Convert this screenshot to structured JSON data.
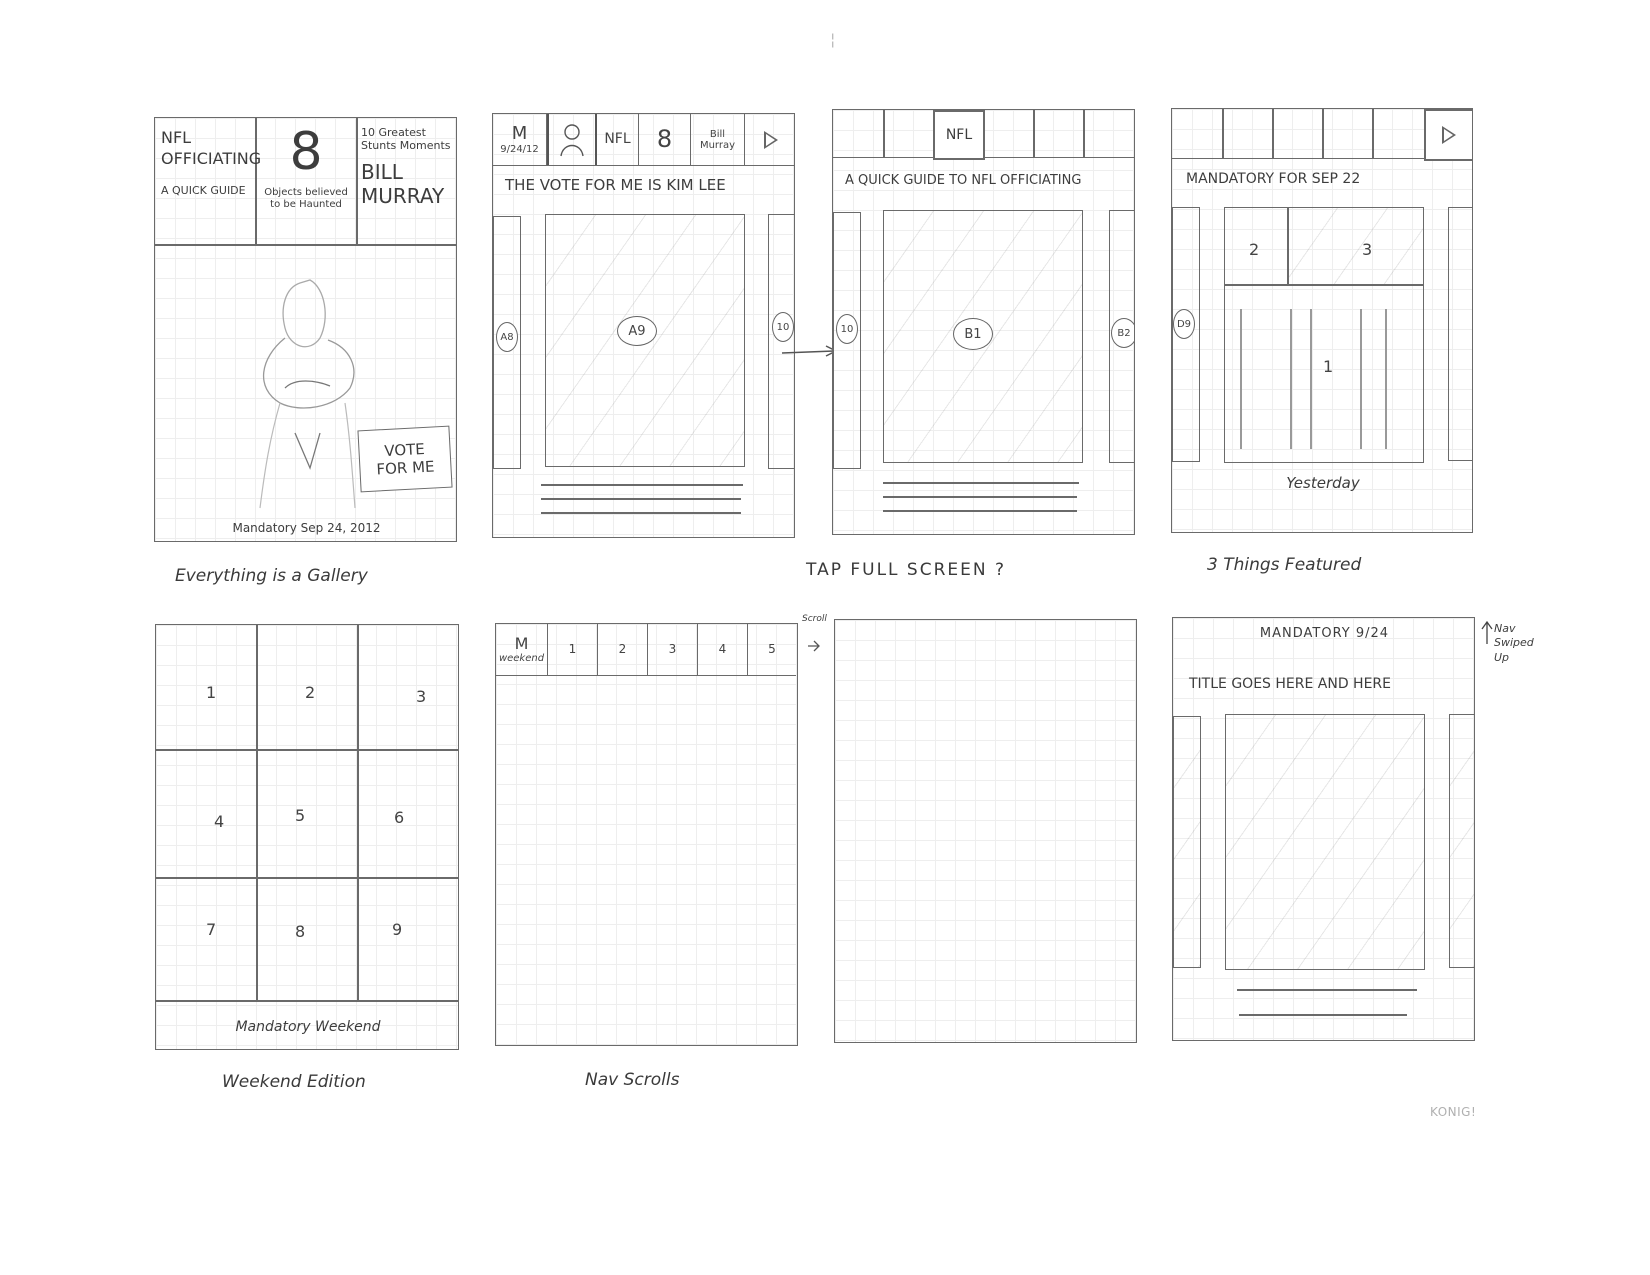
{
  "top_mark": "¦",
  "screen1": {
    "tile1_title": "NFL OFFICIATING",
    "tile1_sub": "A QUICK GUIDE",
    "tile2_big": "8",
    "tile2_sub": "Objects believed to be Haunted",
    "tile3_sub": "10 Greatest Stunts Moments",
    "tile3_big": "BILL MURRAY",
    "vote_label": "VOTE FOR ME",
    "footer": "Mandatory Sep 24, 2012",
    "caption": "Everything is a Gallery"
  },
  "screen2": {
    "nav_m": "M",
    "nav_date": "9/24/12",
    "nav_nfl": "NFL",
    "nav_eight": "8",
    "nav_bill": "Bill Murray",
    "title": "THE VOTE FOR ME IS KIM LEE",
    "left_marker": "A8",
    "center_marker": "A9",
    "right_marker": "10"
  },
  "screen3": {
    "tab_label": "NFL",
    "title": "A QUICK GUIDE TO NFL OFFICIATING",
    "left_marker": "10",
    "center_marker": "B1",
    "right_marker": "B2",
    "caption": "TAP FULL SCREEN ?"
  },
  "screen4": {
    "title": "MANDATORY FOR SEP 22",
    "left_marker": "D9",
    "label_1": "1",
    "label_2": "2",
    "label_3": "3",
    "footer": "Yesterday",
    "caption": "3 Things Featured"
  },
  "screen5": {
    "cells": [
      "1",
      "2",
      "3",
      "4",
      "5",
      "6",
      "7",
      "8",
      "9"
    ],
    "footer": "Mandatory Weekend",
    "caption": "Weekend Edition"
  },
  "screen6": {
    "nav_m": "M",
    "nav_weekend": "weekend",
    "nav_items": [
      "1",
      "2",
      "3",
      "4",
      "5"
    ],
    "scroll_note": "Scroll",
    "caption": "Nav Scrolls"
  },
  "screen8": {
    "header": "MANDATORY 9/24",
    "title": "TITLE GOES HERE AND HERE",
    "side_note": "Nav Swiped Up"
  },
  "footer_brand": "KONIG!",
  "colors": {
    "ink": "#444444",
    "grid": "#eeeeee",
    "brand": "#b0b0b0"
  },
  "icons": [
    "play-icon",
    "arrow-right-icon",
    "arrow-up-icon"
  ]
}
